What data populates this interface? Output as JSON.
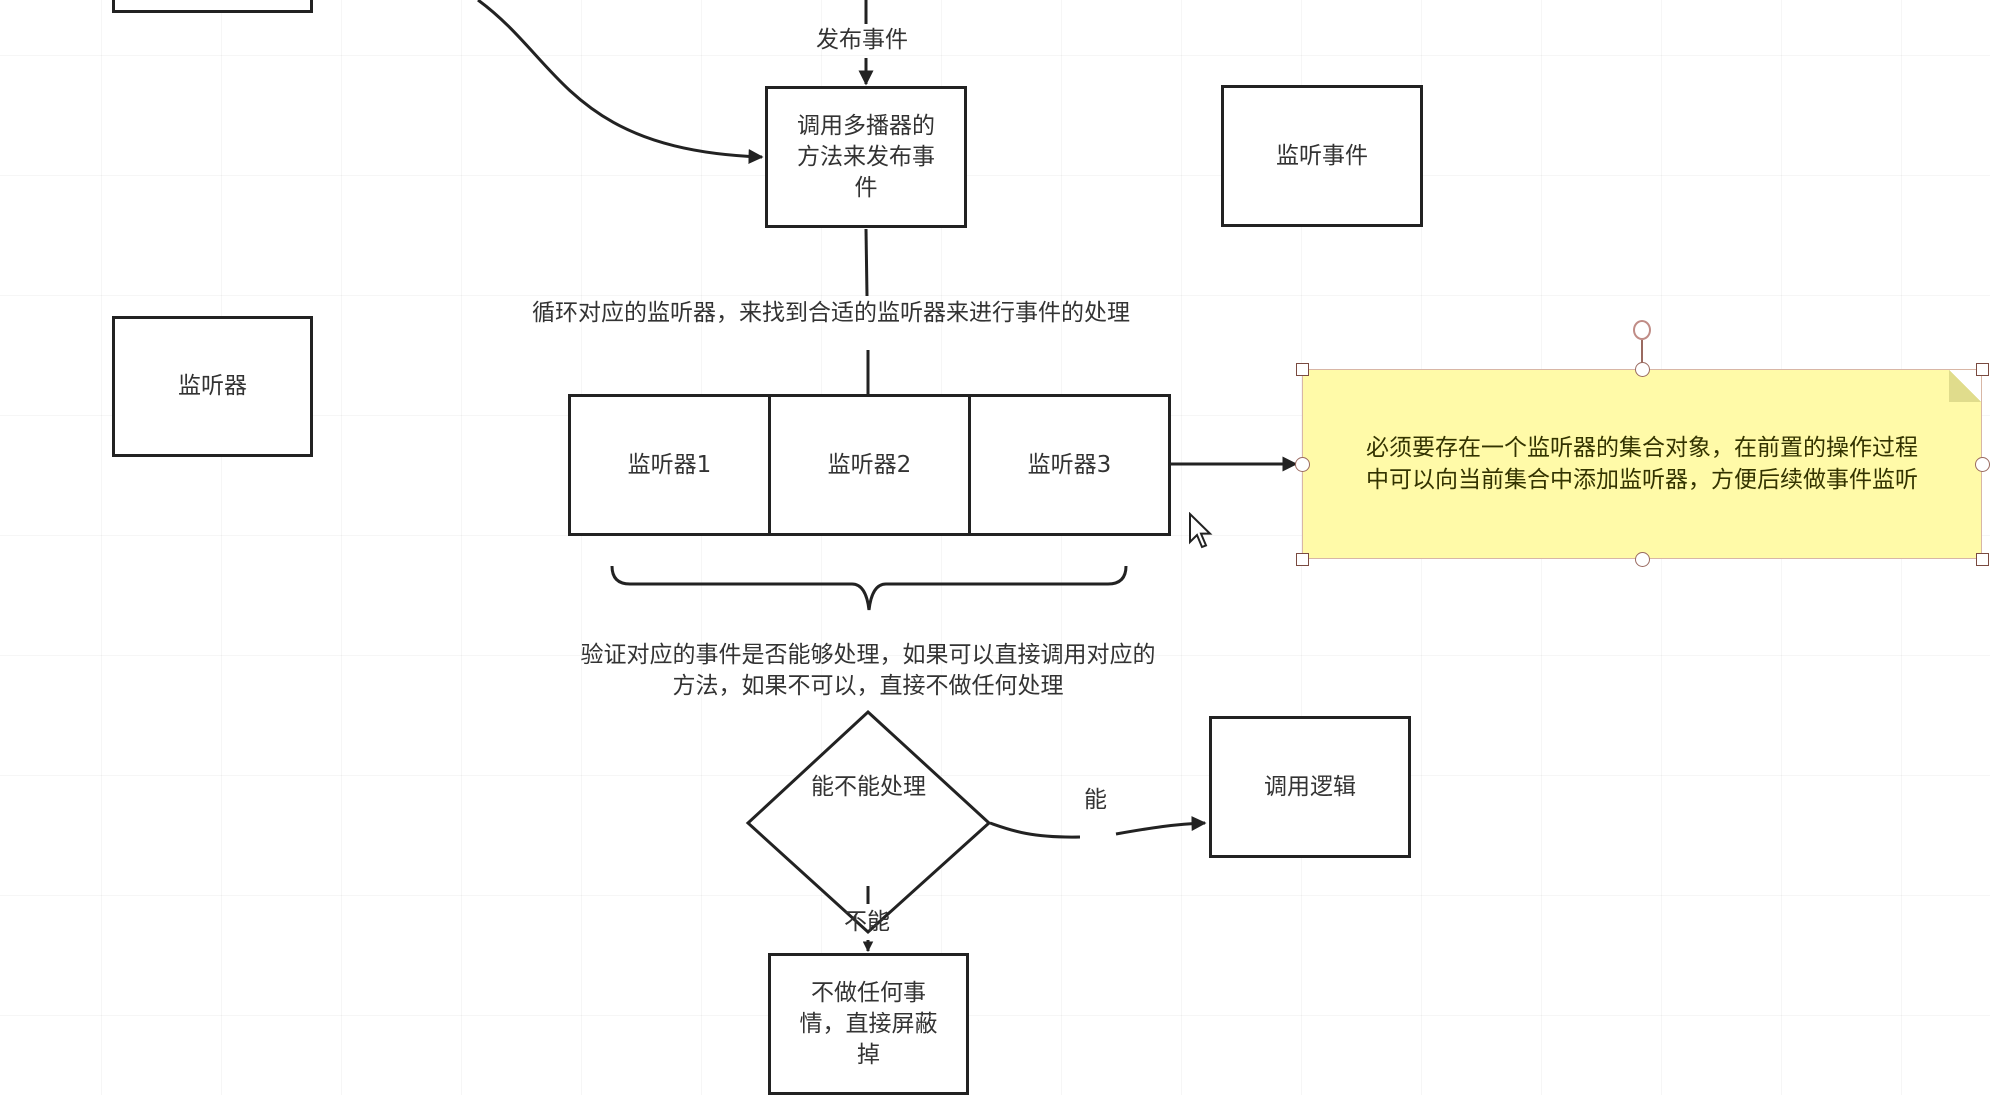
{
  "diagram": {
    "nodes": {
      "top_left_box": "",
      "multicaster": [
        "调用多播器的",
        "方法来发布事",
        "件"
      ],
      "listen_event": "监听事件",
      "listener": "监听器",
      "listener1": "监听器1",
      "listener2": "监听器2",
      "listener3": "监听器3",
      "decision": "能不能处理",
      "invoke_logic": "调用逻辑",
      "do_nothing": [
        "不做任何事",
        "情，直接屏蔽",
        "掉"
      ]
    },
    "edge_labels": {
      "publish_event": "发布事件",
      "loop_listeners": "循环对应的监听器，来找到合适的监听器来进行事件的处理",
      "verify_line1": "验证对应的事件是否能够处理，如果可以直接调用对应的",
      "verify_line2": "方法，如果不可以，直接不做任何处理",
      "yes": "能",
      "no": "不能"
    },
    "note": {
      "line1": "必须要存在一个监听器的集合对象，在前置的操作过程",
      "line2": "中可以向当前集合中添加监听器，方便后续做事件监听",
      "selected": true
    },
    "colors": {
      "stroke": "#222222",
      "text": "#333333",
      "note_fill": "#fffaa8",
      "selection": "#9a6a60"
    }
  }
}
